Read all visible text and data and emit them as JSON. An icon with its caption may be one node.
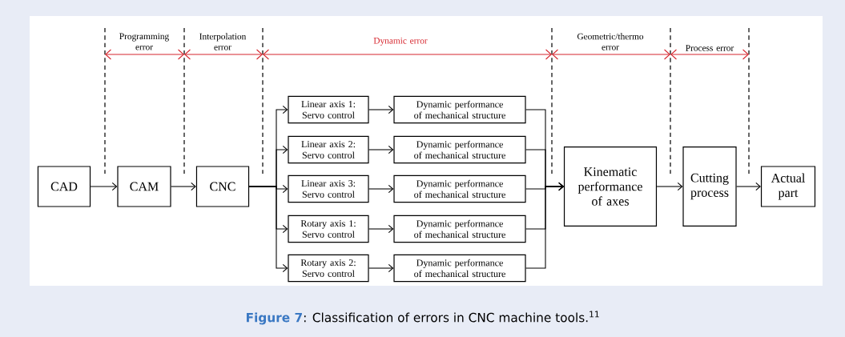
{
  "diagram": {
    "caption": "**Figure 7**: Classification of errors in CNC machine tools.$^{11}$",
    "nodes": [
      {
        "text": [
          "CAD"
        ]
      },
      {
        "text": [
          "CAM"
        ]
      },
      {
        "text": [
          "CNC"
        ]
      },
      {
        "text": [
          "Linear axis 1: Servo control"
        ]
      },
      {
        "text": [
          "Linear axis 2: Servo control"
        ]
      },
      {
        "text": [
          "Linear axis 3: Servo control"
        ]
      },
      {
        "text": [
          "Rotary axis 1: Servo control"
        ]
      },
      {
        "text": [
          "Rotary axis 2: Servo control"
        ]
      },
      {
        "text": [
          "Dynamic performance of mechanical structure"
        ]
      },
      {
        "text": [
          "Dynamic performance of mechanical structure"
        ]
      },
      {
        "text": [
          "Dynamic performance of mechanical structure"
        ]
      },
      {
        "text": [
          "Dynamic performance of mechanical structure"
        ]
      },
      {
        "text": [
          "Dynamic performance of mechanical structure"
        ]
      },
      {
        "text": [
          "Kinematic performance of axes"
        ]
      },
      {
        "text": [
          "Cutting process"
        ]
      },
      {
        "text": [
          "Actual part"
        ]
      }
    ],
    "edges": [
      {
        "from": 0,
        "to": 1,
        "arrow": "to"
      },
      {
        "from": 1,
        "to": 2,
        "arrow": "to"
      },
      {
        "from": 2,
        "to": 3,
        "arrow": "to"
      },
      {
        "from": 2,
        "to": 4,
        "arrow": "to"
      },
      {
        "from": 2,
        "to": 5,
        "arrow": "to"
      },
      {
        "from": 2,
        "to": 6,
        "arrow": "to"
      },
      {
        "from": 2,
        "to": 7,
        "arrow": "to"
      },
      {
        "from": 3,
        "to": 8,
        "arrow": "to"
      },
      {
        "from": 4,
        "to": 9,
        "arrow": "to"
      },
      {
        "from": 5,
        "to": 10,
        "arrow": "to"
      },
      {
        "from": 6,
        "to": 11,
        "arrow": "to"
      },
      {
        "from": 7,
        "to": 12,
        "arrow": "to"
      },
      {
        "from": 8,
        "to": 13,
        "arrow": "to"
      },
      {
        "from": 9,
        "to": 13,
        "arrow": "to"
      },
      {
        "from": 10,
        "to": 13,
        "arrow": "to"
      },
      {
        "from": 11,
        "to": 13,
        "arrow": "to"
      },
      {
        "from": 12,
        "to": 13,
        "arrow": "to"
      },
      {
        "from": 13,
        "to": 14,
        "arrow": "to"
      },
      {
        "from": 14,
        "to": 15,
        "arrow": "to"
      }
    ],
    "labels": [
      "Programming error",
      "Interpolation error",
      "Dynamic error",
      "Geometric/thermo error",
      "Process error"
    ]
  }
}
